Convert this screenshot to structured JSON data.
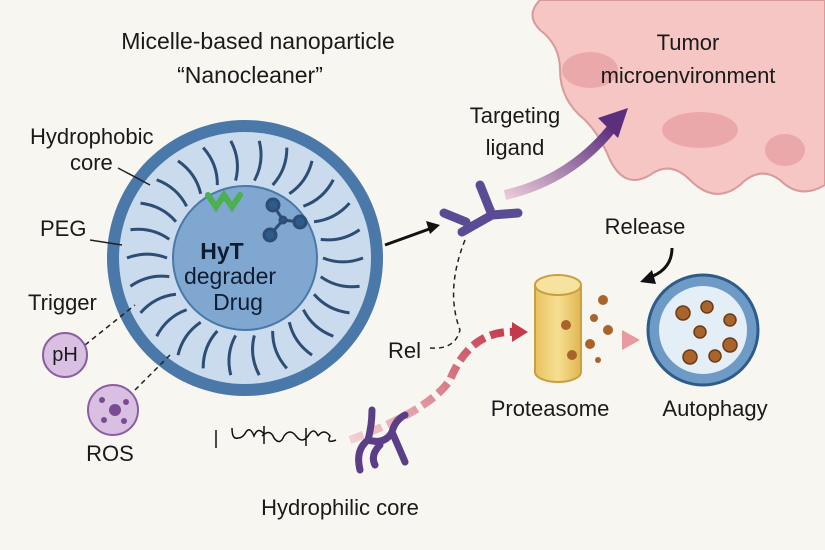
{
  "title": {
    "line1": "Micelle-based nanoparticle",
    "line2": "“Nanocleaner”"
  },
  "micelle": {
    "hydrophobic_core_label": {
      "line1": "Hydrophobic",
      "line2": "core"
    },
    "peg_label": "PEG",
    "core_text": {
      "line1": "HyT",
      "line2": "degrader",
      "line3": "Drug"
    }
  },
  "trigger": {
    "label": "Trigger",
    "ph": "pH",
    "ros": "ROS"
  },
  "targeting": {
    "line1": "Targeting",
    "line2": "ligand"
  },
  "tumor": {
    "line1": "Tumor",
    "line2": "microenvironment"
  },
  "release": "Release",
  "rel_fragment": "Rel",
  "proteasome": "Proteasome",
  "autophagy": "Autophagy",
  "hydrophilic_core": "Hydrophilic core",
  "colors": {
    "shell_dark": "#4a78a8",
    "shell_light": "#c9dbec",
    "core": "#7fa7d0",
    "purple": "#5a3f86",
    "tumor": "#f5c6c4",
    "proteasome": "#f0d27a",
    "arrow_red": "#c94050"
  }
}
